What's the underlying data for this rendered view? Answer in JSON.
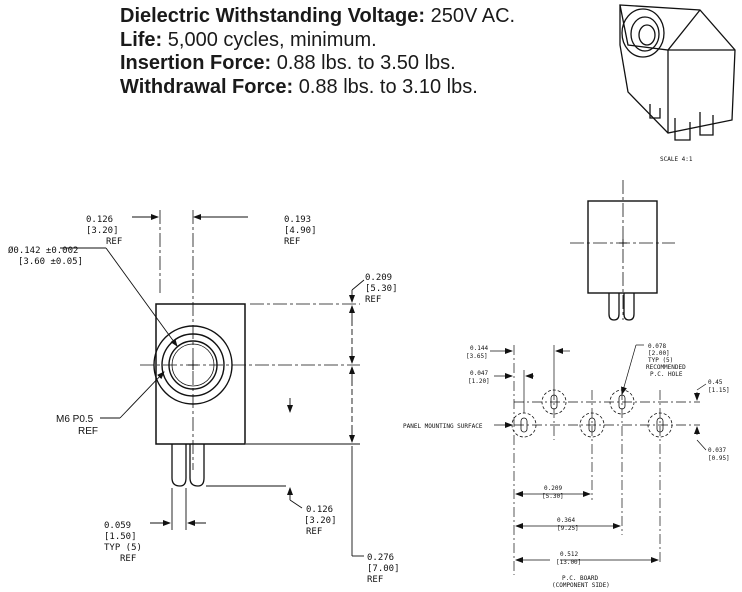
{
  "specs": [
    {
      "label": "Dielectric Withstanding Voltage:",
      "value": " 250V AC."
    },
    {
      "label": "Life:",
      "value": " 5,000 cycles, minimum."
    },
    {
      "label": "Insertion Force:",
      "value": " 0.88 lbs. to 3.50 lbs."
    },
    {
      "label": "Withdrawal Force:",
      "value": " 0.88 lbs. to 3.10 lbs."
    }
  ],
  "iso": {
    "scale": "SCALE  4:1"
  },
  "front": {
    "d1": [
      "0.126",
      "[3.20]",
      "REF"
    ],
    "d2": [
      "0.193",
      "[4.90]",
      "REF"
    ],
    "dia": [
      "Ø0.142 ±0.002",
      "[3.60 ±0.05]"
    ],
    "d3": [
      "0.209",
      "[5.30]",
      "REF"
    ],
    "thread": [
      "M6 P0.5",
      "REF"
    ],
    "d4": [
      "0.276",
      "[7.00]",
      "REF"
    ],
    "d5": [
      "0.126",
      "[3.20]",
      "REF"
    ],
    "d6": [
      "0.059",
      "[1.50]",
      "TYP (5)",
      "REF"
    ]
  },
  "pcb": {
    "p1": [
      "0.144",
      "[3.65]"
    ],
    "p2": [
      "0.047",
      "[1.20]"
    ],
    "hole": [
      "0.078",
      "[2.00]",
      "TYP (5)",
      "RECOMMENDED",
      "P.C. HOLE"
    ],
    "p3": [
      "0.45",
      "[1.15]"
    ],
    "panel": "PANEL MOUNTING SURFACE",
    "p4": [
      "0.037",
      "[0.95]"
    ],
    "p5": [
      "0.209",
      "[5.30]"
    ],
    "p6": [
      "0.364",
      "[9.25]"
    ],
    "p7": [
      "0.512",
      "[13.00]"
    ],
    "board": [
      "P.C. BOARD",
      "(COMPONENT SIDE)"
    ]
  }
}
